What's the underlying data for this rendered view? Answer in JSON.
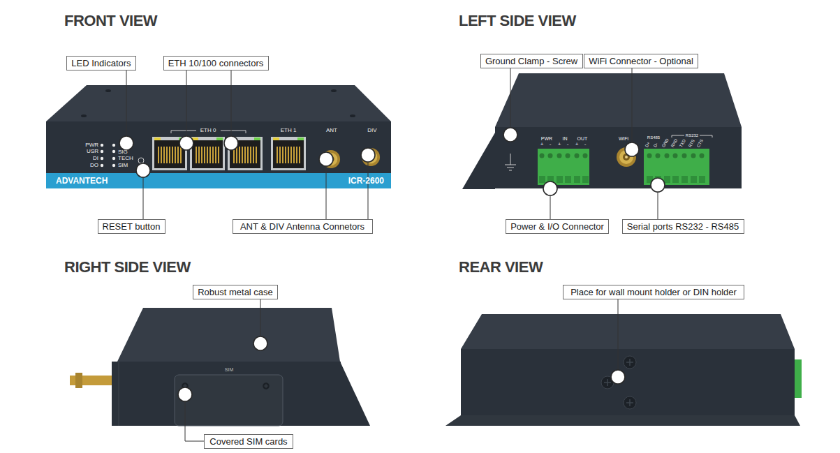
{
  "diagram": {
    "nodes": [
      {
        "text": [
          "LED Indicators"
        ]
      },
      {
        "text": [
          "ETH 10/100 connectors"
        ]
      },
      {
        "text": [
          "RESET button"
        ]
      },
      {
        "text": [
          "ANT & DIV Antenna Connetors"
        ]
      },
      {
        "text": [
          "Ground Clamp - Screw"
        ]
      },
      {
        "text": [
          "WiFi Connector - Optional"
        ]
      },
      {
        "text": [
          "Power & I/O Connector"
        ]
      },
      {
        "text": [
          "Serial ports RS232 - RS485"
        ]
      },
      {
        "text": [
          "Robust metal case"
        ]
      },
      {
        "text": [
          "Covered SIM cards"
        ]
      },
      {
        "text": [
          "Place for wall mount holder or DIN holder"
        ]
      }
    ],
    "labels": [
      "FRONT VIEW",
      "LEFT SIDE VIEW",
      "RIGHT SIDE VIEW",
      "REAR VIEW",
      "PWR",
      "USR",
      "DI",
      "DO",
      "SIG",
      "TECH",
      "SIM",
      "ETH 0",
      "ETH 1",
      "ANT",
      "DIV",
      "ADVANTECH",
      "ICR-2600",
      "PWR",
      "IN",
      "OUT",
      "+",
      "-",
      "+",
      "-",
      "+",
      "-",
      "WiFi",
      "RS485",
      "RS232",
      "D+",
      "D-",
      "GND",
      "RXD",
      "TXD",
      "RTS",
      "CTS",
      "SIM"
    ]
  }
}
